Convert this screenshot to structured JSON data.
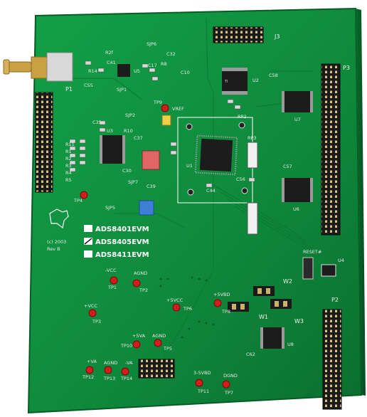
{
  "board": {
    "colors": {
      "pcb": "#0f8a3c",
      "pcb_dark": "#076a2c",
      "silkscreen": "#ffffff",
      "ic": "#1c1c1c",
      "testpoint": "#d41c1c",
      "header_pin": "#c9b36a"
    },
    "connectors": {
      "p1": "P1",
      "p2": "P2",
      "p3": "P3",
      "j3": "J3"
    },
    "chips": {
      "u1": "U1",
      "u2": "U2",
      "u3": "U3",
      "u4": "U4",
      "u5": "U5",
      "u6": "U6",
      "u7": "U7",
      "u8": "U8"
    },
    "components": {
      "r2f": "R2f",
      "r14": "R14",
      "c41": "C41",
      "c55": "C55",
      "c32": "C32",
      "c17": "C17",
      "c10": "C10",
      "r8": "R8",
      "c35": "C35",
      "r10": "R10",
      "c37": "C37",
      "c30": "C30",
      "c39": "C39",
      "c44": "C44",
      "c56": "C56",
      "c62": "C62",
      "rp3": "RP3",
      "rp2": "RP2",
      "c58": "C58",
      "c57": "C57",
      "r1": "R1",
      "r2": "R2",
      "r3": "R3",
      "r4": "R4",
      "r5": "R5",
      "r11": "R11",
      "w1": "W1",
      "w2": "W2",
      "w3": "W3"
    },
    "jumpers": {
      "sjp1": "SJP1",
      "sjp2": "SJP2",
      "sjp5": "SJP5",
      "sjp6": "SJP6",
      "sjp7": "SJP7"
    },
    "test_points": {
      "tp1": "TP1",
      "tp2": "TP2",
      "tp3": "TP3",
      "tp4": "TP4",
      "tp5": "TP5",
      "tp6": "TP6",
      "tp7": "TP7",
      "tp8": "TP8",
      "tp9": "TP9",
      "tp10": "TP10",
      "tp11": "TP11",
      "tp12": "TP12",
      "tp13": "TP13",
      "tp14": "TP14"
    },
    "labels": {
      "vref": "VREF",
      "neg_vcc": "-VCC",
      "agnd": "AGND",
      "pos_vcc": "+VCC",
      "p5vcc": "+5VCC",
      "p5vbd": "+5VBD",
      "p5va": "+5VA",
      "agnd2": "AGND",
      "pva": "+VA",
      "agnd3": "AGND",
      "nva": "-VA",
      "vbd": "3-5VBD",
      "dgnd": "DGND",
      "reset": "RESET#"
    },
    "variants": [
      {
        "name": "ADS8401EVM",
        "marked": false
      },
      {
        "name": "ADS8405EVM",
        "marked": true
      },
      {
        "name": "ADS8411EVM",
        "marked": false
      }
    ],
    "copyright": "(c) 2003",
    "revision": "Rev B"
  }
}
